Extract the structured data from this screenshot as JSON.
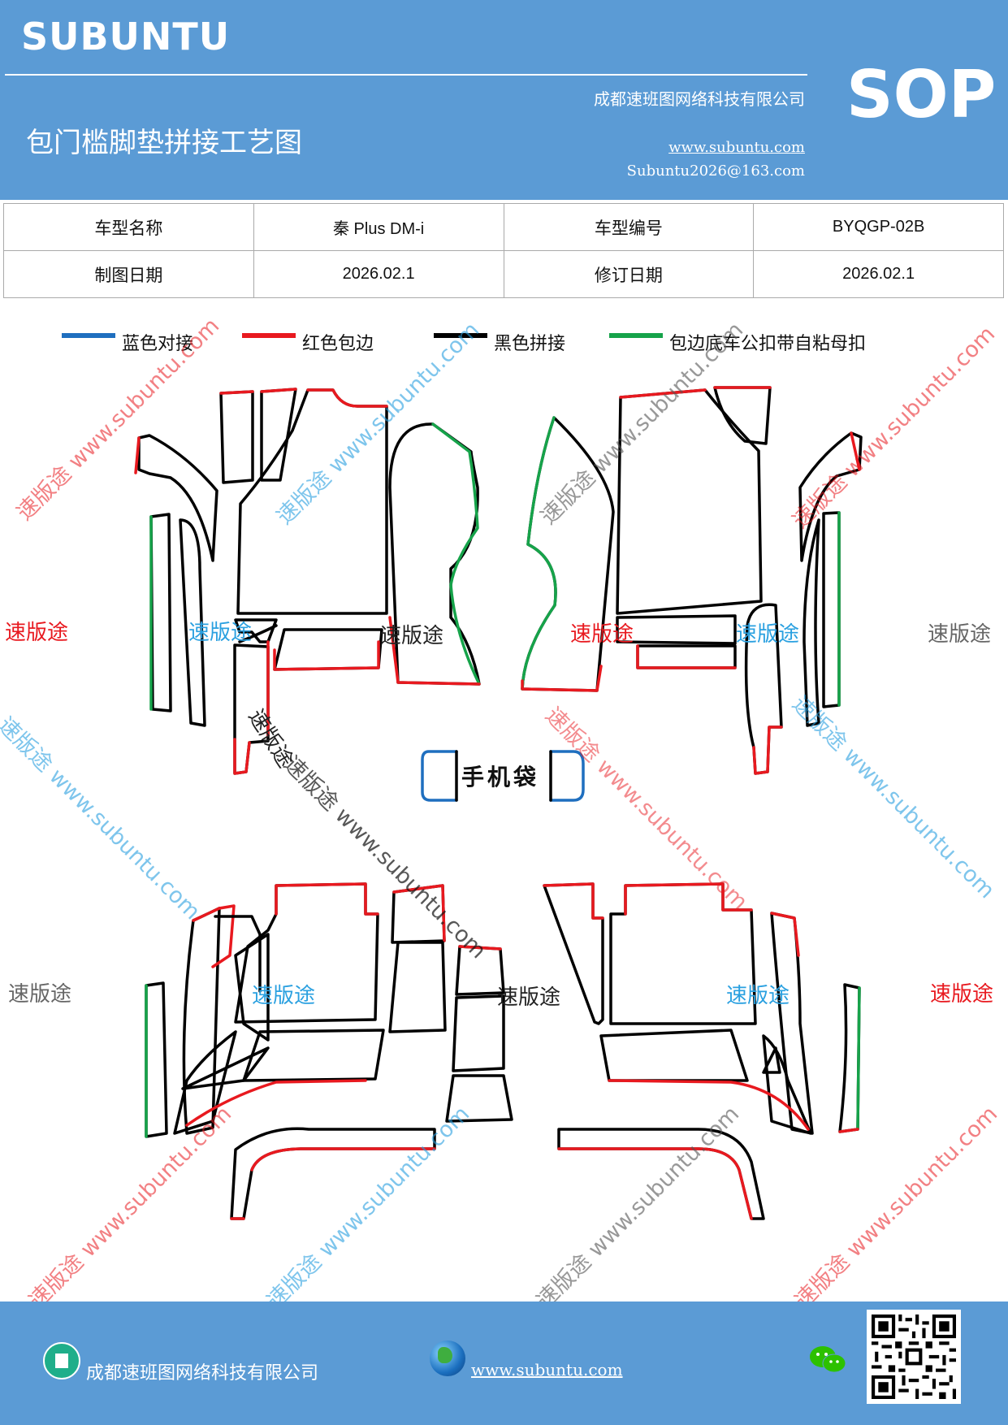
{
  "header": {
    "brand": "SUBUNTU",
    "company": "成都速班图网络科技有限公司",
    "title": "包门槛脚垫拼接工艺图",
    "website": "www.subuntu.com",
    "email": "Subuntu2026@163.com",
    "badge": "SOP"
  },
  "info_table": {
    "model_name_label": "车型名称",
    "model_name_value": "秦 Plus DM-i",
    "model_code_label": "车型编号",
    "model_code_value": "BYQGP-02B",
    "draw_date_label": "制图日期",
    "draw_date_value": "2026.02.1",
    "revise_date_label": "修订日期",
    "revise_date_value": "2026.02.1"
  },
  "legend": [
    {
      "label": "蓝色对接",
      "color": "#1f6fbf"
    },
    {
      "label": "红色包边",
      "color": "#e8191f"
    },
    {
      "label": "黑色拼接",
      "color": "#000000"
    },
    {
      "label": "包边底车公扣带自粘母扣",
      "color": "#16a34a"
    }
  ],
  "diagram": {
    "phone_bag_label": "手机袋",
    "section_labels": [
      "速版途",
      "速版途",
      "速版途",
      "速版途",
      "速版途",
      "速版途",
      "速版途",
      "速版途",
      "速版途",
      "速版途",
      "速版途",
      "速版途"
    ],
    "watermark_text": "速版途 www.subuntu.com"
  },
  "footer": {
    "company": "成都速班图网络科技有限公司",
    "website": "www.subuntu.com "
  }
}
